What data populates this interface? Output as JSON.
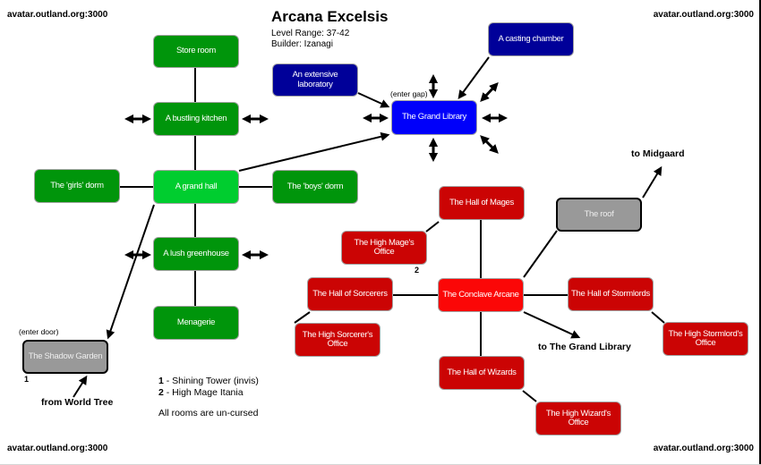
{
  "corner_label": "avatar.outland.org:3000",
  "header": {
    "title": "Arcana Excelsis",
    "level_range": "Level Range: 37-42",
    "builder": "Builder: Izanagi"
  },
  "rooms": [
    {
      "id": "store-room",
      "label": "Store room",
      "color": "green"
    },
    {
      "id": "bustling-kitchen",
      "label": "A bustling kitchen",
      "color": "green"
    },
    {
      "id": "extensive-laboratory",
      "label": "An extensive laboratory",
      "color": "dark_blue"
    },
    {
      "id": "casting-chamber",
      "label": "A casting chamber",
      "color": "dark_blue"
    },
    {
      "id": "grand-library",
      "label": "The Grand Library",
      "color": "bright_blue"
    },
    {
      "id": "girls-dorm",
      "label": "The 'girls' dorm",
      "color": "green"
    },
    {
      "id": "grand-hall",
      "label": "A grand hall",
      "color": "bright_green"
    },
    {
      "id": "boys-dorm",
      "label": "The 'boys' dorm",
      "color": "green"
    },
    {
      "id": "lush-greenhouse",
      "label": "A lush greenhouse",
      "color": "green"
    },
    {
      "id": "menagerie",
      "label": "Menagerie",
      "color": "green"
    },
    {
      "id": "shadow-garden",
      "label": "The Shadow Garden",
      "color": "gray"
    },
    {
      "id": "roof",
      "label": "The roof",
      "color": "gray"
    },
    {
      "id": "hall-of-mages",
      "label": "The Hall of Mages",
      "color": "dark_red"
    },
    {
      "id": "high-mages-office",
      "label": "The High Mage's Office",
      "color": "dark_red"
    },
    {
      "id": "conclave-arcane",
      "label": "The Conclave Arcane",
      "color": "bright_red"
    },
    {
      "id": "hall-of-sorcerers",
      "label": "The Hall of Sorcerers",
      "color": "dark_red"
    },
    {
      "id": "high-sorcerers-office",
      "label": "The High Sorcerer's Office",
      "color": "dark_red"
    },
    {
      "id": "hall-of-stormlords",
      "label": "The Hall of Stormlords",
      "color": "dark_red"
    },
    {
      "id": "high-stormlords-office",
      "label": "The High Stormlord's Office",
      "color": "dark_red"
    },
    {
      "id": "hall-of-wizards",
      "label": "The Hall of Wizards",
      "color": "dark_red"
    },
    {
      "id": "high-wizards-office",
      "label": "The High Wizard's Office",
      "color": "dark_red"
    }
  ],
  "labels": {
    "enter_gap": "(enter gap)",
    "enter_door": "(enter door)",
    "marker_1": "1",
    "marker_2": "2",
    "to_midgaard": "to Midgaard",
    "to_grand_library": "to The Grand Library",
    "from_world_tree": "from World Tree"
  },
  "notes": {
    "item1_num": "1",
    "item1_text": " - Shining Tower (invis)",
    "item2_num": "2",
    "item2_text": " - High Mage Itania",
    "footer": "All rooms are un-cursed"
  },
  "colors": {
    "green": "#00950b",
    "bright_green": "#00cd2f",
    "dark_blue": "#000099",
    "bright_blue": "#0000fa",
    "dark_red": "#cb0404",
    "bright_red": "#fb0707",
    "gray": "#999999",
    "line": "#000000"
  }
}
